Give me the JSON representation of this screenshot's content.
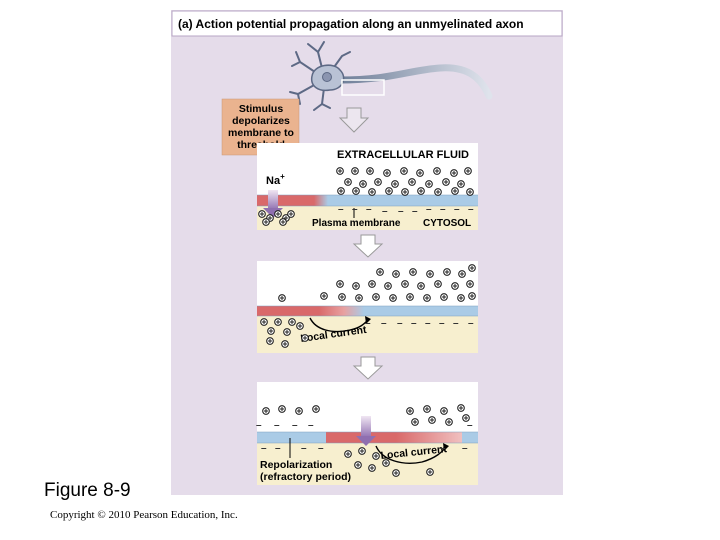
{
  "figure": {
    "header": "(a) Action potential propagation along an unmyelinated axon",
    "stimulus_lines": [
      "Stimulus",
      "depolarizes",
      "membrane to",
      "threshold"
    ],
    "extracellular": "EXTRACELLULAR FLUID",
    "na": "Na",
    "na_sup": "+",
    "plasma_membrane": "Plasma membrane",
    "cytosol": "CYTOSOL",
    "local_current": "Local current",
    "repolarization_lines": [
      "Repolarization",
      "(refractory period)"
    ]
  },
  "caption": {
    "figure_label": "Figure 8-9",
    "copyright": "Copyright © 2010 Pearson Education, Inc."
  },
  "colors": {
    "panel": "#e5dcea",
    "fluid": "#ffffff",
    "cytosol": "#f7efcf",
    "stimulus_box": "#eab38f",
    "membrane_depolarized": "#d9696a",
    "membrane_resting": "#aacbe6",
    "arrow_red": "#b8282f",
    "arrow_purple": "#9a7fb8"
  }
}
